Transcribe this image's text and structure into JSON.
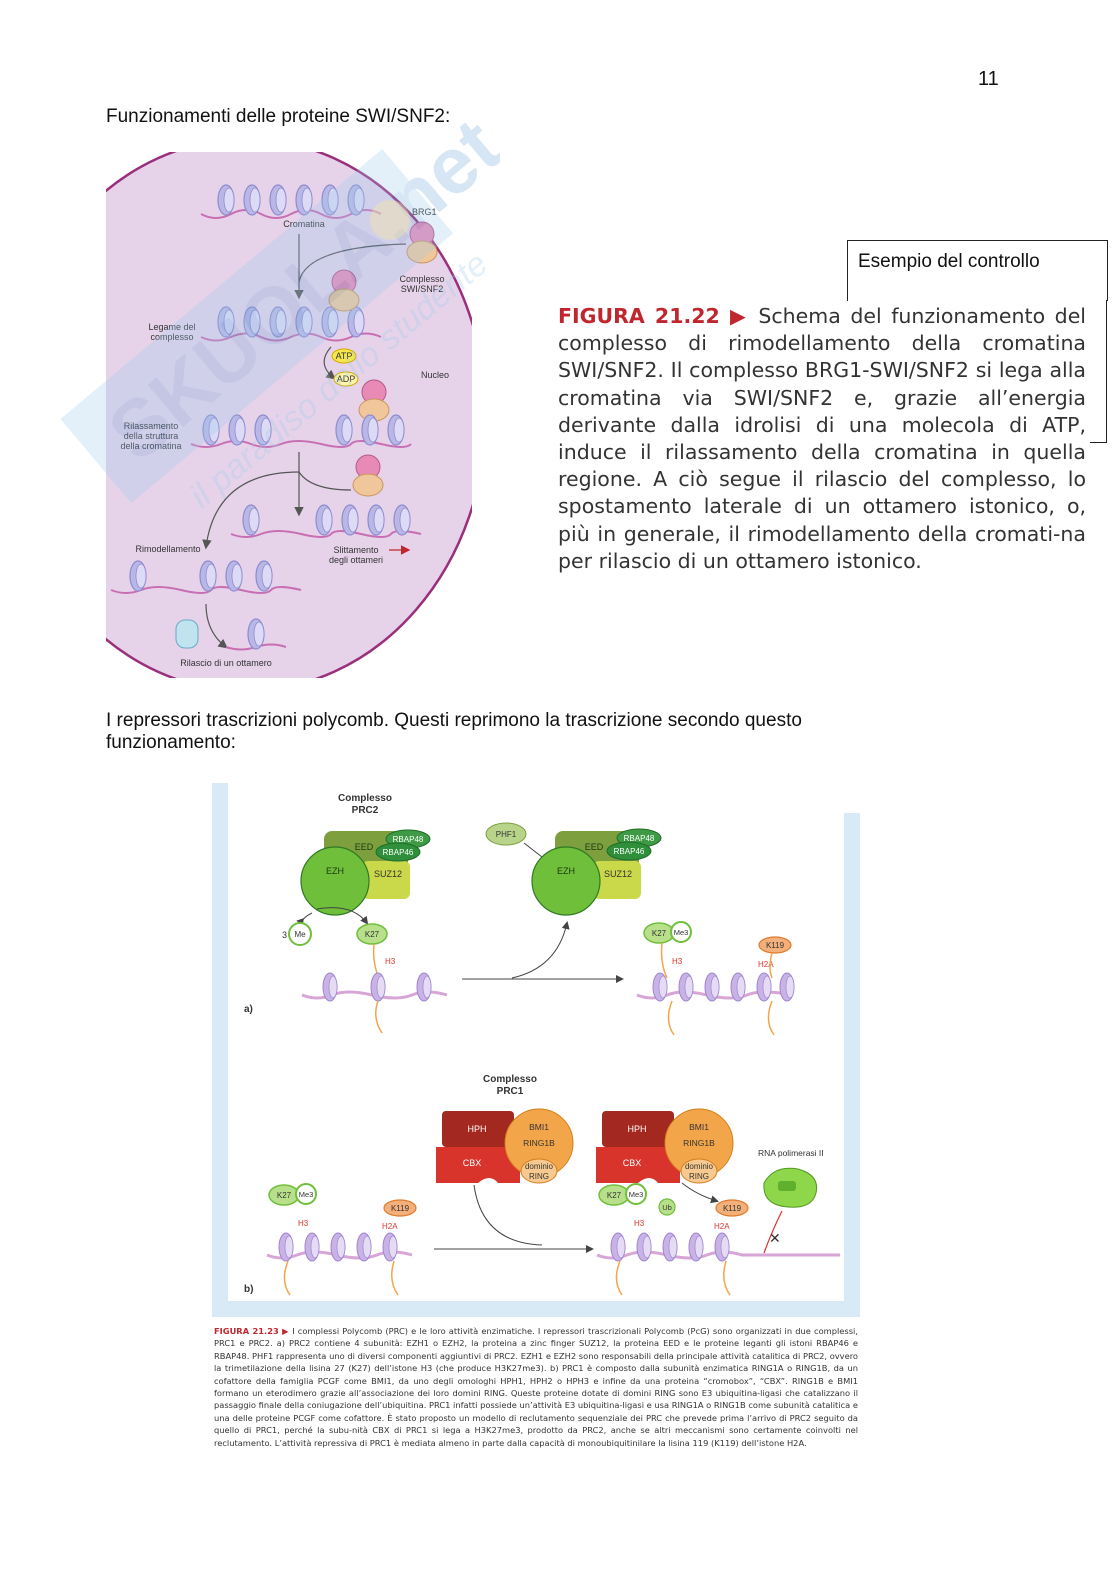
{
  "page": {
    "number": "11"
  },
  "headings": {
    "swi": "Funzionamenti delle proteine SWI/SNF2:",
    "polycomb": "I repressori trascrizioni polycomb. Questi reprimono la trascrizione secondo questo funzionamento:"
  },
  "note": "Esempio del controllo",
  "figure1": {
    "labels": {
      "cromatina": "Cromatina",
      "brg1": "BRG1",
      "complesso1": "Complesso",
      "complesso2": "SWI/SNF2",
      "legame1": "Legame del",
      "legame2": "complesso",
      "atp": "ATP",
      "adp": "ADP",
      "nucleo": "Nucleo",
      "rilass1": "Rilassamento",
      "rilass2": "della struttura",
      "rilass3": "della cromatina",
      "rimodellamento": "Rimodellamento",
      "slitt1": "Slittamento",
      "slitt2": "degli ottameri",
      "rilascio": "Rilascio di un ottamero"
    },
    "colors": {
      "background": "#e6d3ea",
      "dna": "#c86fb4",
      "nucleosome": "#b9b7e6",
      "protein_pink": "#e989b6",
      "protein_peach": "#f0c79a"
    }
  },
  "caption22": {
    "label": "FIGURA 21.22 ▶",
    "text": " Schema del funzionamento del complesso di rimodellamento della cromatina SWI/SNF2. Il complesso BRG1-SWI/SNF2 si lega alla cromatina via SWI/SNF2 e, grazie all’energia derivante dalla idrolisi di una molecola di ATP, induce il rilassamento della cromatina in quella regione. A ciò segue il rilascio del complesso, lo spostamento laterale di un ottamero istonico, o, più in generale, il rimodellamento della cromati-na per rilascio di un ottamero istonico."
  },
  "figure2": {
    "labels": {
      "prc2_title1": "Complesso",
      "prc2_title2": "PRC2",
      "rbap48": "RBAP48",
      "rbap46": "RBAP46",
      "eed": "EED",
      "ezh": "EZH",
      "suz12": "SUZ12",
      "phf1": "PHF1",
      "three": "3",
      "me": "Me",
      "k27": "K27",
      "me3": "Me3",
      "h3": "H3",
      "k119": "K119",
      "h2a": "H2A",
      "panel_a": "a)",
      "panel_b": "b)",
      "prc1_title1": "Complesso",
      "prc1_title2": "PRC1",
      "hph": "HPH",
      "bmi1": "BMI1",
      "ring1b": "RING1B",
      "cbx": "CBX",
      "dominio": "dominio",
      "ring": "RING",
      "ub": "Ub",
      "rnapol": "RNA polimerasi II"
    },
    "colors": {
      "panel_bg": "#d7eaf5",
      "green_dark": "#2f8f3a",
      "green_mid": "#6fbf3a",
      "yellow_green": "#c9d94a",
      "red": "#c83a33",
      "orange": "#f3a54a",
      "dna": "#d7a6d6"
    }
  },
  "caption23": {
    "label": "FIGURA 21.23 ▶",
    "text": " I complessi Polycomb (PRC) e le loro attività enzimatiche. I repressori trascrizionali Polycomb (PcG) sono organizzati in due complessi, PRC1 e PRC2. a) PRC2 contiene 4 subunità: EZH1 o EZH2, la proteina a zinc finger SUZ12, la proteina EED e le proteine leganti gli istoni RBAP46 e RBAP48. PHF1 rappresenta uno di diversi componenti aggiuntivi di PRC2. EZH1 e EZH2 sono responsabili della principale attività catalitica di PRC2, ovvero la trimetilazione della lisina 27 (K27) dell’istone H3 (che produce H3K27me3). b) PRC1 è composto dalla subunità enzimatica RING1A o RING1B, da un cofattore della famiglia PCGF come BMI1, da uno degli omologhi HPH1, HPH2 o HPH3 e infine da una proteina “cromobox”, “CBX”. RING1B e BMI1 formano un eterodimero grazie all’associazione dei loro domini RING. Queste proteine dotate di domini RING sono E3 ubiquitina-ligasi che catalizzano il passaggio finale della coniugazione dell’ubiquitina. PRC1 infatti possiede un’attività E3 ubiquitina-ligasi e usa RING1A o RING1B come subunità catalitica e una delle proteine PCGF come cofattore. È stato proposto un modello di reclutamento sequenziale dei PRC che prevede prima l’arrivo di PRC2 seguito da quello di PRC1, perché la subu-nità CBX di PRC1 si lega a H3K27me3, prodotto da PRC2, anche se altri meccanismi sono certamente coinvolti nel reclutamento. L’attività repressiva di PRC1 è mediata almeno in parte dalla capacità di monoubiquitinilare la lisina 119 (K119) dell’istone H2A."
  },
  "watermark": {
    "brand": "SKUOLA.net",
    "tagline": "il paradiso dello studente"
  }
}
